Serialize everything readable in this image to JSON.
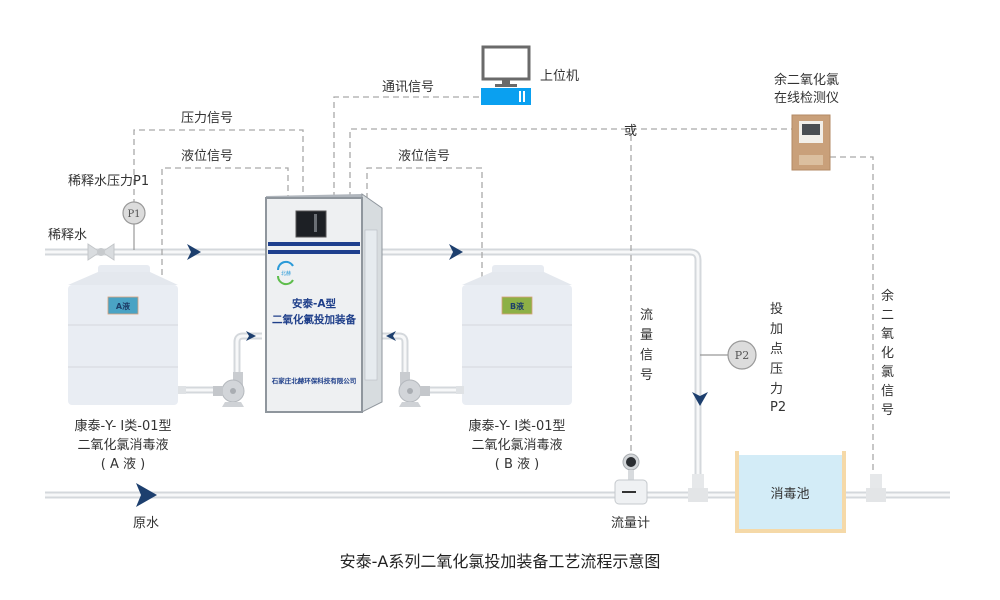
{
  "title": "安泰-A系列二氧化氯投加装备工艺流程示意图",
  "signals": {
    "pressure": "压力信号",
    "level_left": "液位信号",
    "level_right": "液位信号",
    "comm": "通讯信号",
    "or": "或",
    "flow_vertical": [
      "流",
      "量",
      "信",
      "号"
    ],
    "residual_vertical": [
      "余",
      "二",
      "氧",
      "化",
      "氯",
      "信",
      "号"
    ]
  },
  "inputs": {
    "dilution_water": "稀释水",
    "dilution_pressure": "稀释水压力P1",
    "raw_water": "原水"
  },
  "gauges": {
    "p1": "P1",
    "p2": "P2"
  },
  "dosing_pressure_vertical": [
    "投",
    "加",
    "点",
    "压",
    "力",
    "P2"
  ],
  "host": {
    "label": "上位机"
  },
  "analyzer": {
    "label_line1": "余二氧化氯",
    "label_line2": "在线检测仪"
  },
  "cabinet": {
    "line1": "安泰-A型",
    "line2": "二氧化氯投加装备",
    "company": "石家庄北赫环保科技有限公司",
    "logo_text": "北赫"
  },
  "tank_a": {
    "tag": "A液",
    "caption_line1": "康泰-Y- Ⅰ类-01型",
    "caption_line2": "二氧化氯消毒液",
    "caption_line3": "( A 液 )",
    "tag_color": "#4aa3c4"
  },
  "tank_b": {
    "tag": "B液",
    "caption_line1": "康泰-Y- Ⅰ类-01型",
    "caption_line2": "二氧化氯消毒液",
    "caption_line3": "( B 液 )",
    "tag_color": "#8db046"
  },
  "flowmeter": {
    "label": "流量计"
  },
  "pool": {
    "label": "消毒池",
    "water_color": "#d3ecf7",
    "wall_color": "#f5d9a8"
  },
  "colors": {
    "arrow": "#1d3f6e",
    "host_base": "#0aa0f0",
    "analyzer": "#c9a07a"
  }
}
